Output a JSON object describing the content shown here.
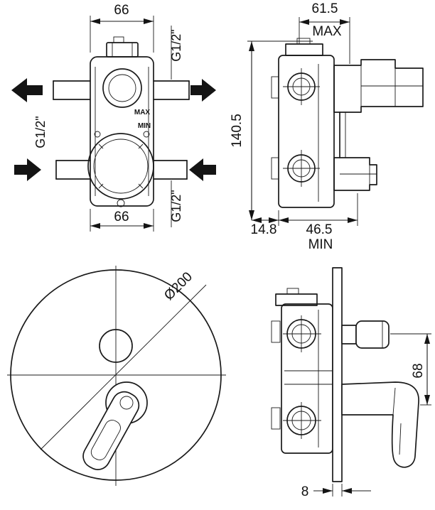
{
  "views": {
    "front_rough": {
      "dim_top": "66",
      "dim_bottom": "66",
      "port_top_right": "G1/2\"",
      "port_left": "G1/2\"",
      "port_bottom_right": "G1/2\"",
      "label_max": "MAX",
      "label_min": "MIN"
    },
    "side_rough": {
      "dim_width": "61.5",
      "label_max": "MAX",
      "dim_height": "140.5",
      "dim_offset": "14.8",
      "dim_depth": "46.5",
      "label_min": "MIN"
    },
    "front_trim": {
      "dim_diameter": "Ø200"
    },
    "side_trim": {
      "dim_height": "68",
      "dim_thickness": "8"
    }
  }
}
